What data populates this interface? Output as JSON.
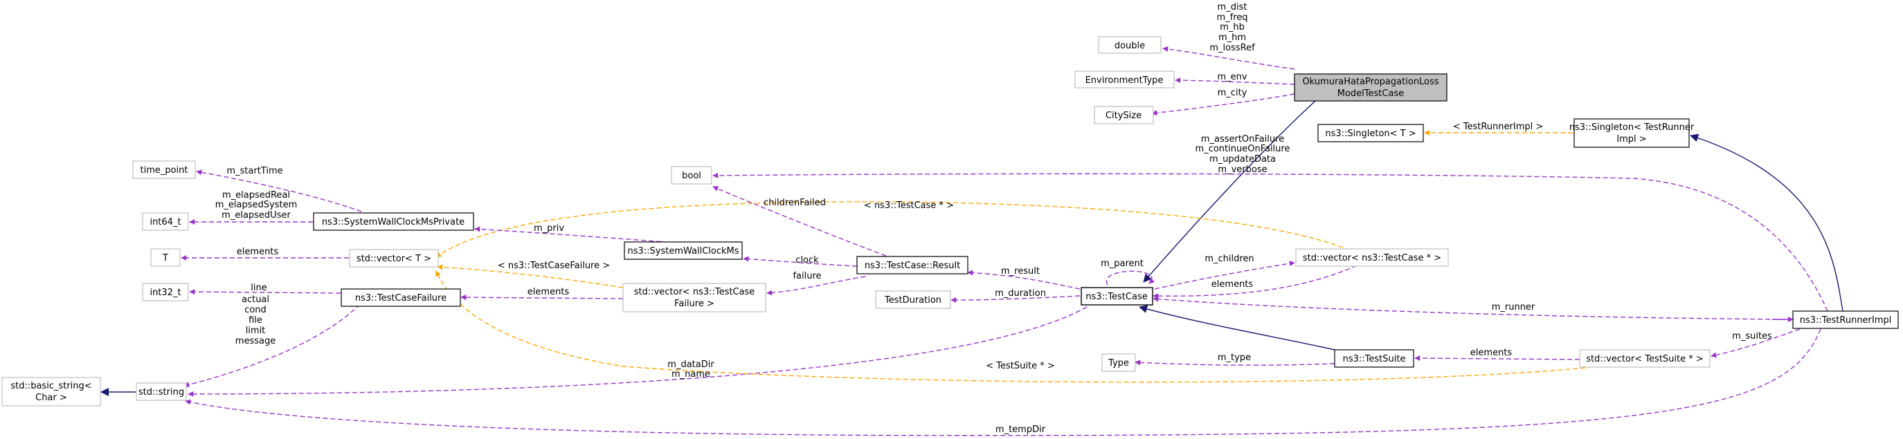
{
  "nodes": {
    "okumura": {
      "lines": [
        "OkumuraHataPropagationLoss",
        "ModelTestCase"
      ]
    },
    "double": {
      "lines": [
        "double"
      ]
    },
    "envtype": {
      "lines": [
        "EnvironmentType"
      ]
    },
    "citysize": {
      "lines": [
        "CitySize"
      ]
    },
    "singletonT": {
      "lines": [
        "ns3::Singleton< T >"
      ]
    },
    "singletonTR": {
      "lines": [
        "ns3::Singleton< TestRunner",
        "Impl >"
      ]
    },
    "bool": {
      "lines": [
        "bool"
      ]
    },
    "timepoint": {
      "lines": [
        "time_point"
      ]
    },
    "int64": {
      "lines": [
        "int64_t"
      ]
    },
    "swcmp": {
      "lines": [
        "ns3::SystemWallClockMsPrivate"
      ]
    },
    "T": {
      "lines": [
        "T"
      ]
    },
    "vectorT": {
      "lines": [
        "std::vector< T >"
      ]
    },
    "swcm": {
      "lines": [
        "ns3::SystemWallClockMs"
      ]
    },
    "result": {
      "lines": [
        "ns3::TestCase::Result"
      ]
    },
    "vectorTCP": {
      "lines": [
        "std::vector< ns3::TestCase * >"
      ]
    },
    "int32": {
      "lines": [
        "int32_t"
      ]
    },
    "tcf": {
      "lines": [
        "ns3::TestCaseFailure"
      ]
    },
    "vectorTCF": {
      "lines": [
        "std::vector< ns3::TestCase",
        "Failure >"
      ]
    },
    "testduration": {
      "lines": [
        "TestDuration"
      ]
    },
    "testcase": {
      "lines": [
        "ns3::TestCase"
      ]
    },
    "testrunner": {
      "lines": [
        "ns3::TestRunnerImpl"
      ]
    },
    "type": {
      "lines": [
        "Type"
      ]
    },
    "testsuite": {
      "lines": [
        "ns3::TestSuite"
      ]
    },
    "vectorTS": {
      "lines": [
        "std::vector< TestSuite * >"
      ]
    },
    "basicstring": {
      "lines": [
        "std::basic_string<",
        "Char >"
      ]
    },
    "string": {
      "lines": [
        "std::string"
      ]
    }
  },
  "edge_labels": {
    "okumura_double": [
      "m_dist",
      "m_freq",
      "m_hb",
      "m_hm",
      "m_lossRef"
    ],
    "okumura_env": [
      "m_env"
    ],
    "okumura_city": [
      "m_city"
    ],
    "singleton_tmpl": [
      "< TestRunnerImpl >"
    ],
    "runner_bool": [
      "m_assertOnFailure",
      "m_continueOnFailure",
      "m_updateData",
      "m_verbose"
    ],
    "swcmp_timepoint": [
      "m_startTime"
    ],
    "swcmp_int64": [
      "m_elapsedReal",
      "m_elapsedSystem",
      "m_elapsedUser"
    ],
    "vectorTCP_tmpl": [
      "< ns3::TestCase * >"
    ],
    "result_bool": [
      "childrenFailed"
    ],
    "swcm_swcmp": [
      "m_priv"
    ],
    "vectorT_T": [
      "elements"
    ],
    "result_swcm": [
      "clock"
    ],
    "testcase_result": [
      "m_result"
    ],
    "testcase_parent": [
      "m_parent"
    ],
    "testcase_children": [
      "m_children"
    ],
    "vectorTCF_tmpl": [
      "< ns3::TestCaseFailure >"
    ],
    "result_failure": [
      "failure"
    ],
    "vectorTCP_elements": [
      "elements"
    ],
    "tcf_int32": [
      "line"
    ],
    "vectorTCF_elements": [
      "elements"
    ],
    "testcase_duration": [
      "m_duration"
    ],
    "runner_testcase": [
      "m_runner"
    ],
    "tcf_string": [
      "actual",
      "cond",
      "file",
      "limit",
      "message"
    ],
    "runner_suites": [
      "m_suites"
    ],
    "testsuite_type": [
      "m_type"
    ],
    "vectorTS_elements": [
      "elements"
    ],
    "testcase_string": [
      "m_dataDir",
      "m_name"
    ],
    "vectorTS_tmpl": [
      "< TestSuite * >"
    ],
    "runner_string": [
      "m_tempDir"
    ]
  },
  "colors": {
    "member": "#9a32cd",
    "template": "#ffa500",
    "inherit": "#191970",
    "gray_border": "#bfbfbf",
    "highlight_fill": "#bfbfbf"
  }
}
